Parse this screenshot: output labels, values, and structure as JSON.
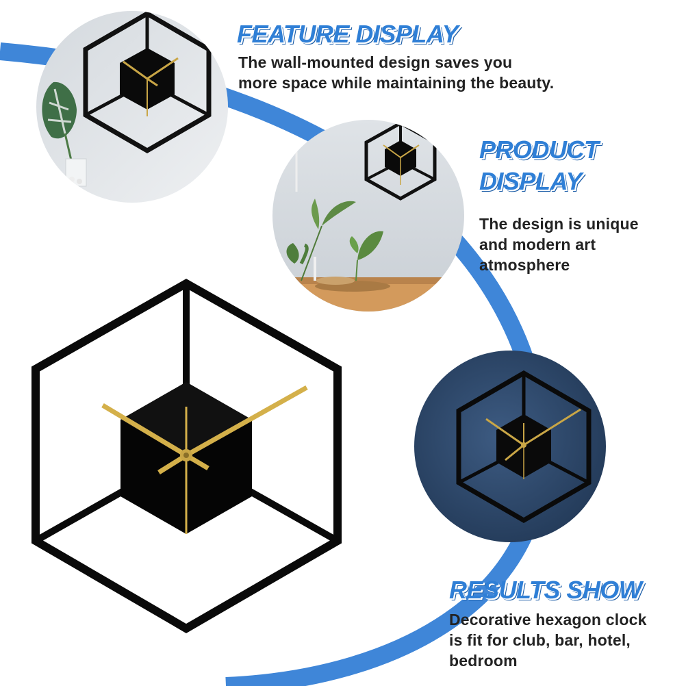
{
  "colors": {
    "accent_blue": "#3f86d8",
    "heading_blue": "#2f7fd6",
    "clock_black": "#0a0a0a",
    "clock_gold": "#c9a646",
    "dark_wall": "#2f4a6c",
    "light_wall": "#e2e5e8"
  },
  "sections": [
    {
      "heading": "FEATURE DISPLAY",
      "lines": [
        "The wall-mounted design saves you",
        "more space while maintaining the beauty."
      ],
      "photo": "clock on light wall with monstera leaf"
    },
    {
      "heading_lines": [
        "PRODUCT",
        "DISPLAY"
      ],
      "lines": [
        "The design is unique",
        "and modern art",
        "atmosphere"
      ],
      "photo": "clock above table with plants"
    },
    {
      "heading": "RESULTS SHOW",
      "lines": [
        "Decorative hexagon clock",
        "is fit for club, bar, hotel,",
        "bedroom"
      ],
      "photo": "clock on dark blue wall"
    }
  ],
  "product": {
    "icon": "hexagon-clock-icon"
  }
}
